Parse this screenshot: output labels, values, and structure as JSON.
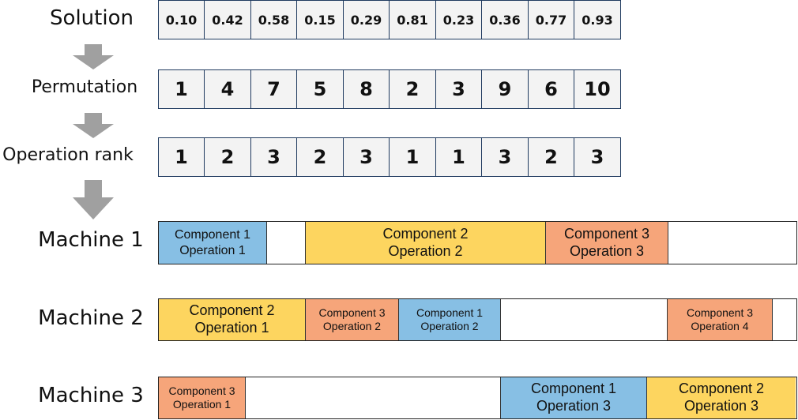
{
  "labels": {
    "solution": "Solution",
    "permutation": "Permutation",
    "operation_rank": "Operation rank"
  },
  "solution": [
    "0.10",
    "0.42",
    "0.58",
    "0.15",
    "0.29",
    "0.81",
    "0.23",
    "0.36",
    "0.77",
    "0.93"
  ],
  "permutation": [
    "1",
    "4",
    "7",
    "5",
    "8",
    "2",
    "3",
    "9",
    "6",
    "10"
  ],
  "operation_rank": [
    "1",
    "2",
    "3",
    "2",
    "3",
    "1",
    "1",
    "3",
    "2",
    "3"
  ],
  "machines": [
    {
      "label": "Machine 1",
      "blocks": [
        {
          "component": "Component 1",
          "operation": "Operation 1",
          "color": "#87bfe4"
        },
        {
          "component": "Component 2",
          "operation": "Operation 2",
          "color": "#fdd55f"
        },
        {
          "component": "Component 3",
          "operation": "Operation 3",
          "color": "#f6a57a"
        }
      ]
    },
    {
      "label": "Machine 2",
      "blocks": [
        {
          "component": "Component 2",
          "operation": "Operation 1",
          "color": "#fdd55f"
        },
        {
          "component": "Component 3",
          "operation": "Operation 2",
          "color": "#f6a57a"
        },
        {
          "component": "Component 1",
          "operation": "Operation 2",
          "color": "#87bfe4"
        },
        {
          "component": "Component 3",
          "operation": "Operation 4",
          "color": "#f6a57a"
        }
      ]
    },
    {
      "label": "Machine 3",
      "blocks": [
        {
          "component": "Component 3",
          "operation": "Operation 1",
          "color": "#f6a57a"
        },
        {
          "component": "Component 1",
          "operation": "Operation 3",
          "color": "#87bfe4"
        },
        {
          "component": "Component 2",
          "operation": "Operation 3",
          "color": "#fdd55f"
        }
      ]
    }
  ]
}
